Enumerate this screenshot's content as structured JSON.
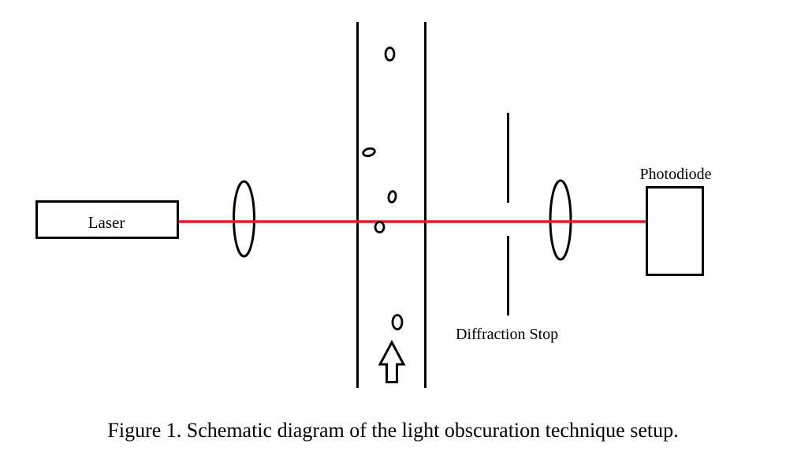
{
  "figure": {
    "caption": "Figure 1. Schematic diagram of the light obscuration technique setup.",
    "labels": {
      "laser": "Laser",
      "photodiode": "Photodiode",
      "diffraction_stop": "Diffraction Stop"
    },
    "colors": {
      "beam": "#ED1C24",
      "outline": "#000000",
      "background": "#FFFFFF"
    },
    "diagram_description": "Light obscuration setup: laser emits red beam through a focusing lens, across a vertical flow channel containing particles moving upward, through a diffraction stop aperture and a collecting lens, onto a photodiode.",
    "particle_count": 5,
    "flow_direction": "up"
  }
}
